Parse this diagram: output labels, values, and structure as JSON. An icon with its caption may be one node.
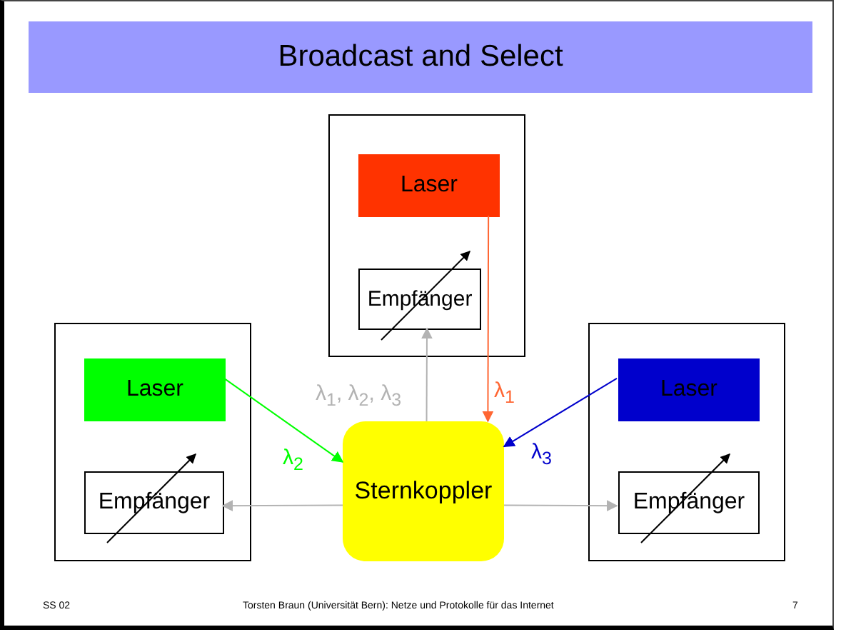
{
  "diagram": {
    "title": "Broadcast and Select",
    "nodes": [
      {
        "text": [],
        "shape": "box"
      },
      {
        "text": [
          "Laser"
        ],
        "in": 0
      },
      {
        "text": [
          "Empfänger"
        ],
        "in": 0
      },
      {
        "text": [],
        "shape": "box"
      },
      {
        "text": [
          "Laser"
        ],
        "in": 3
      },
      {
        "text": [
          "Empfänger"
        ],
        "in": 3
      },
      {
        "text": [
          "Sternkoppler"
        ]
      },
      {
        "text": [],
        "shape": "box"
      },
      {
        "text": [
          "Laser"
        ],
        "in": 7
      },
      {
        "text": [
          "Empfänger"
        ],
        "in": 7
      }
    ],
    "edges": [
      {
        "from": 1,
        "to": 6,
        "arrow": "to",
        "label": "λ$_{1}$",
        "color": "#ff6633"
      },
      {
        "from": 4,
        "to": 6,
        "arrow": "to",
        "label": "λ$_{2}$",
        "color": "#00ff00"
      },
      {
        "from": 8,
        "to": 6,
        "arrow": "to",
        "label": "λ$_{3}$",
        "color": "#0000cc"
      },
      {
        "from": 6,
        "to": 2,
        "arrow": "to",
        "label": "λ$_{1}$, λ$_{2}$, λ$_{3}$",
        "color": "#b3b3b3"
      },
      {
        "from": 6,
        "to": 5,
        "arrow": "to",
        "color": "#b3b3b3"
      },
      {
        "from": 6,
        "to": 9,
        "arrow": "to",
        "color": "#b3b3b3"
      }
    ],
    "labels": [
      "SS 02",
      "Torsten Braun (Universität Bern): Netze und Protokolle für das Internet",
      "7"
    ]
  }
}
